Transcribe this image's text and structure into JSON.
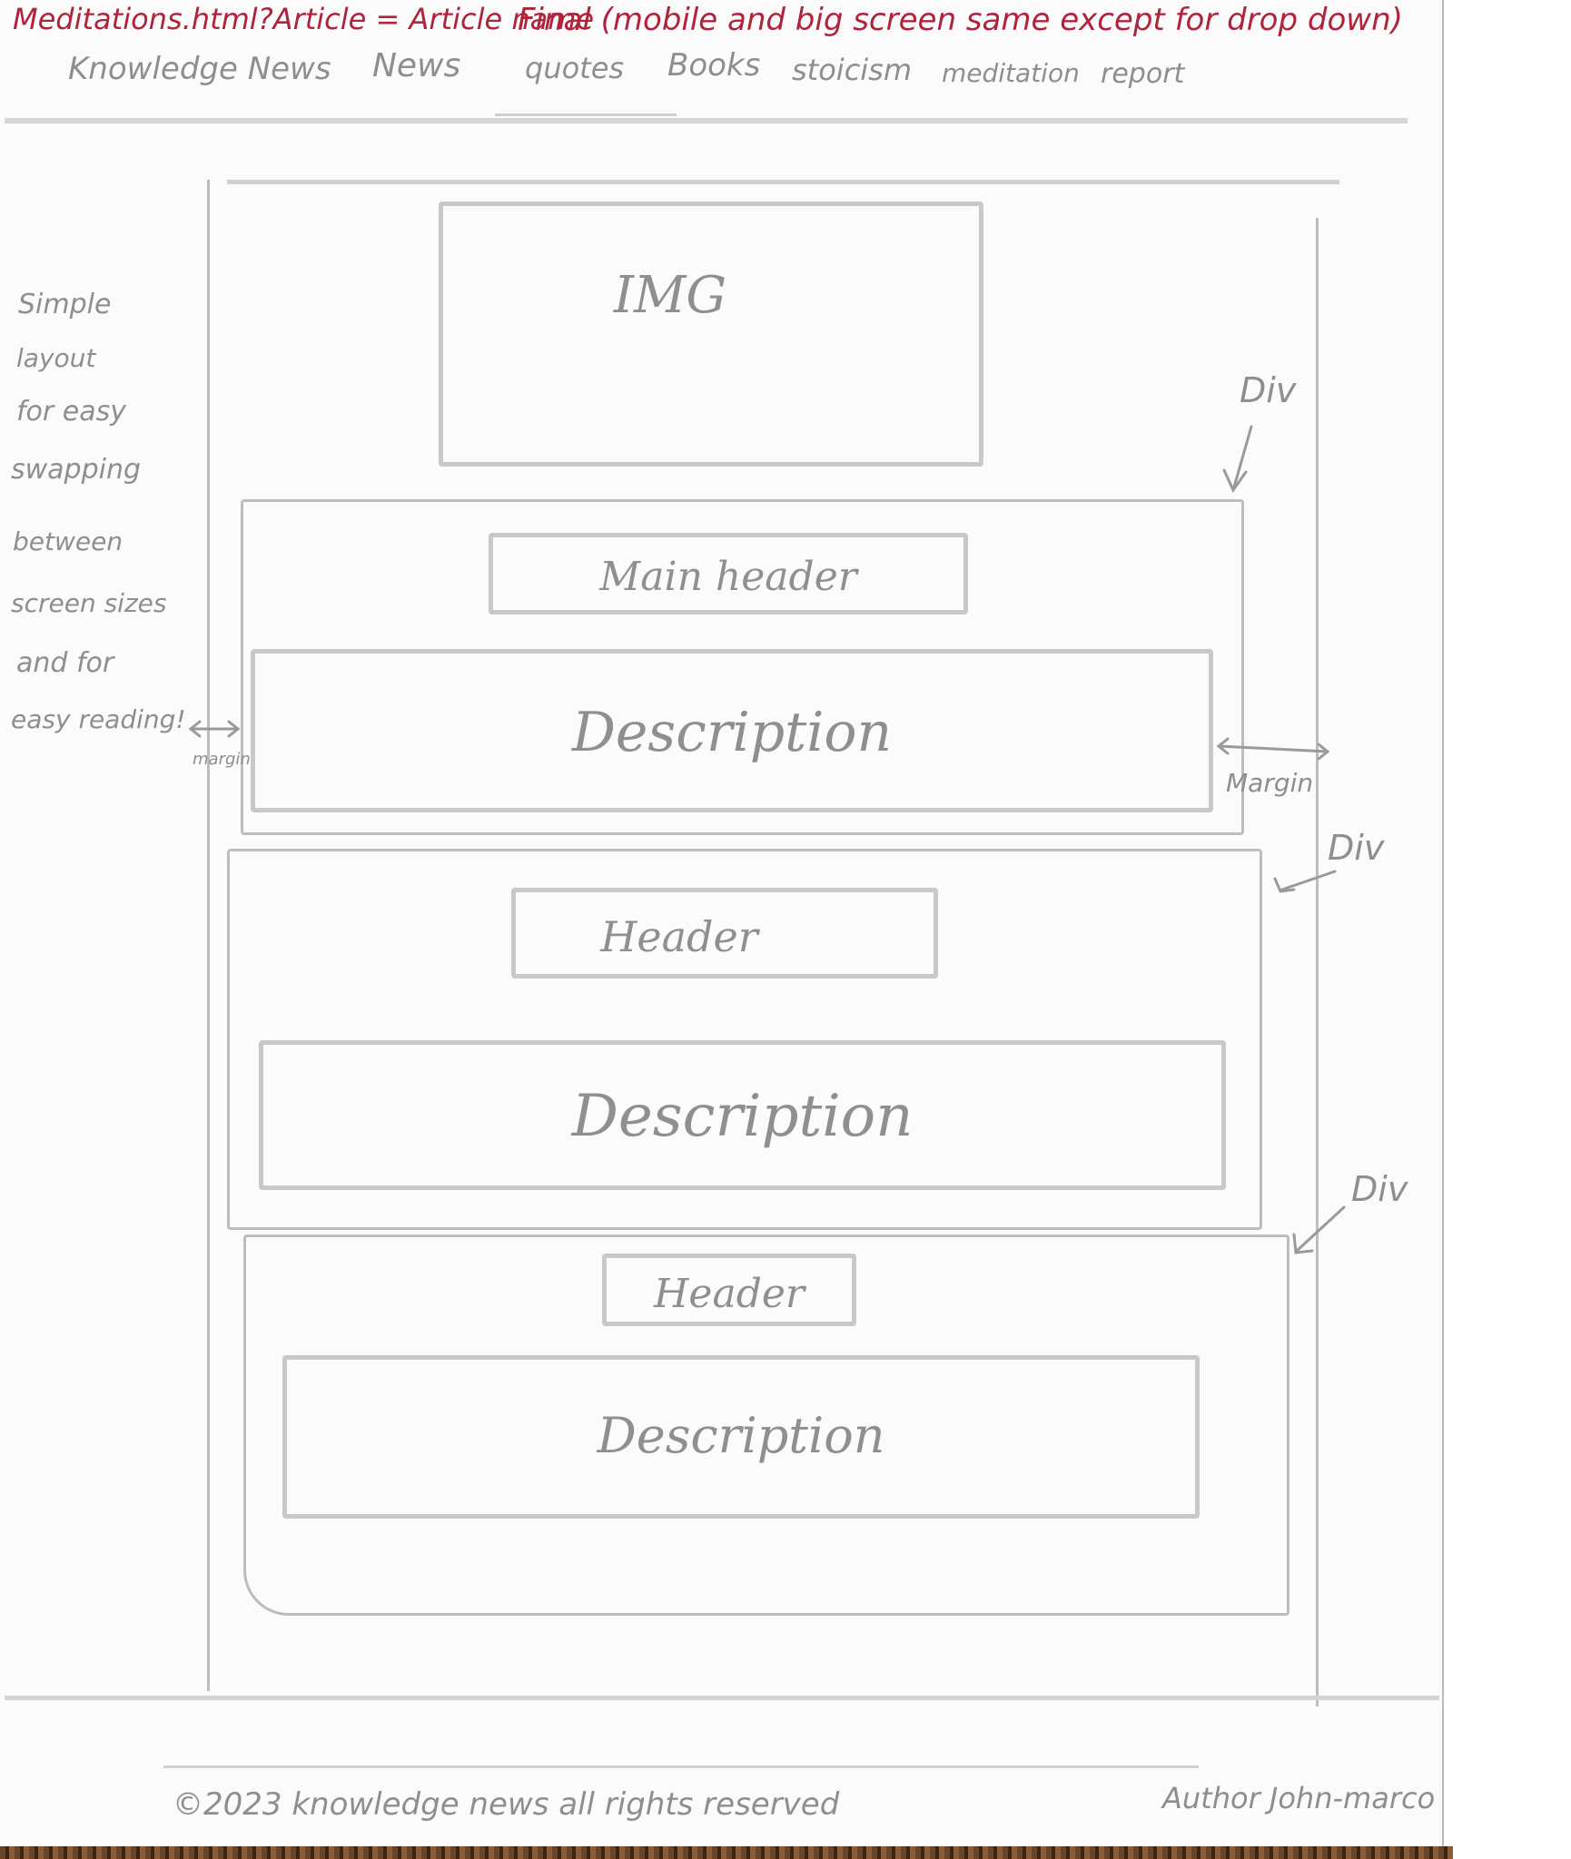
{
  "title_bar": {
    "url_text": "Meditations.html?Article = Article name",
    "note_text": "Final (mobile and big screen same except for drop down)"
  },
  "nav": {
    "items": [
      "Knowledge News",
      "News",
      "quotes",
      "Books",
      "stoicism",
      "meditation",
      "report"
    ]
  },
  "side_note": {
    "lines": [
      "Simple",
      "layout",
      "for easy",
      "swapping",
      "between",
      "screen sizes",
      "and for",
      "easy reading!"
    ]
  },
  "labels": {
    "img": "IMG",
    "div": "Div",
    "margin": "Margin",
    "margin_small": "margin"
  },
  "sections": [
    {
      "header": "Main header",
      "description": "Description"
    },
    {
      "header": "Header",
      "description": "Description"
    },
    {
      "header": "Header",
      "description": "Description"
    }
  ],
  "footer": {
    "copyright": "©2023 knowledge news all rights reserved",
    "author": "Author John-marco"
  },
  "colors": {
    "red_ink": "#b0243b",
    "pencil": "#8e8e8e",
    "paper": "#fbfbfb"
  }
}
